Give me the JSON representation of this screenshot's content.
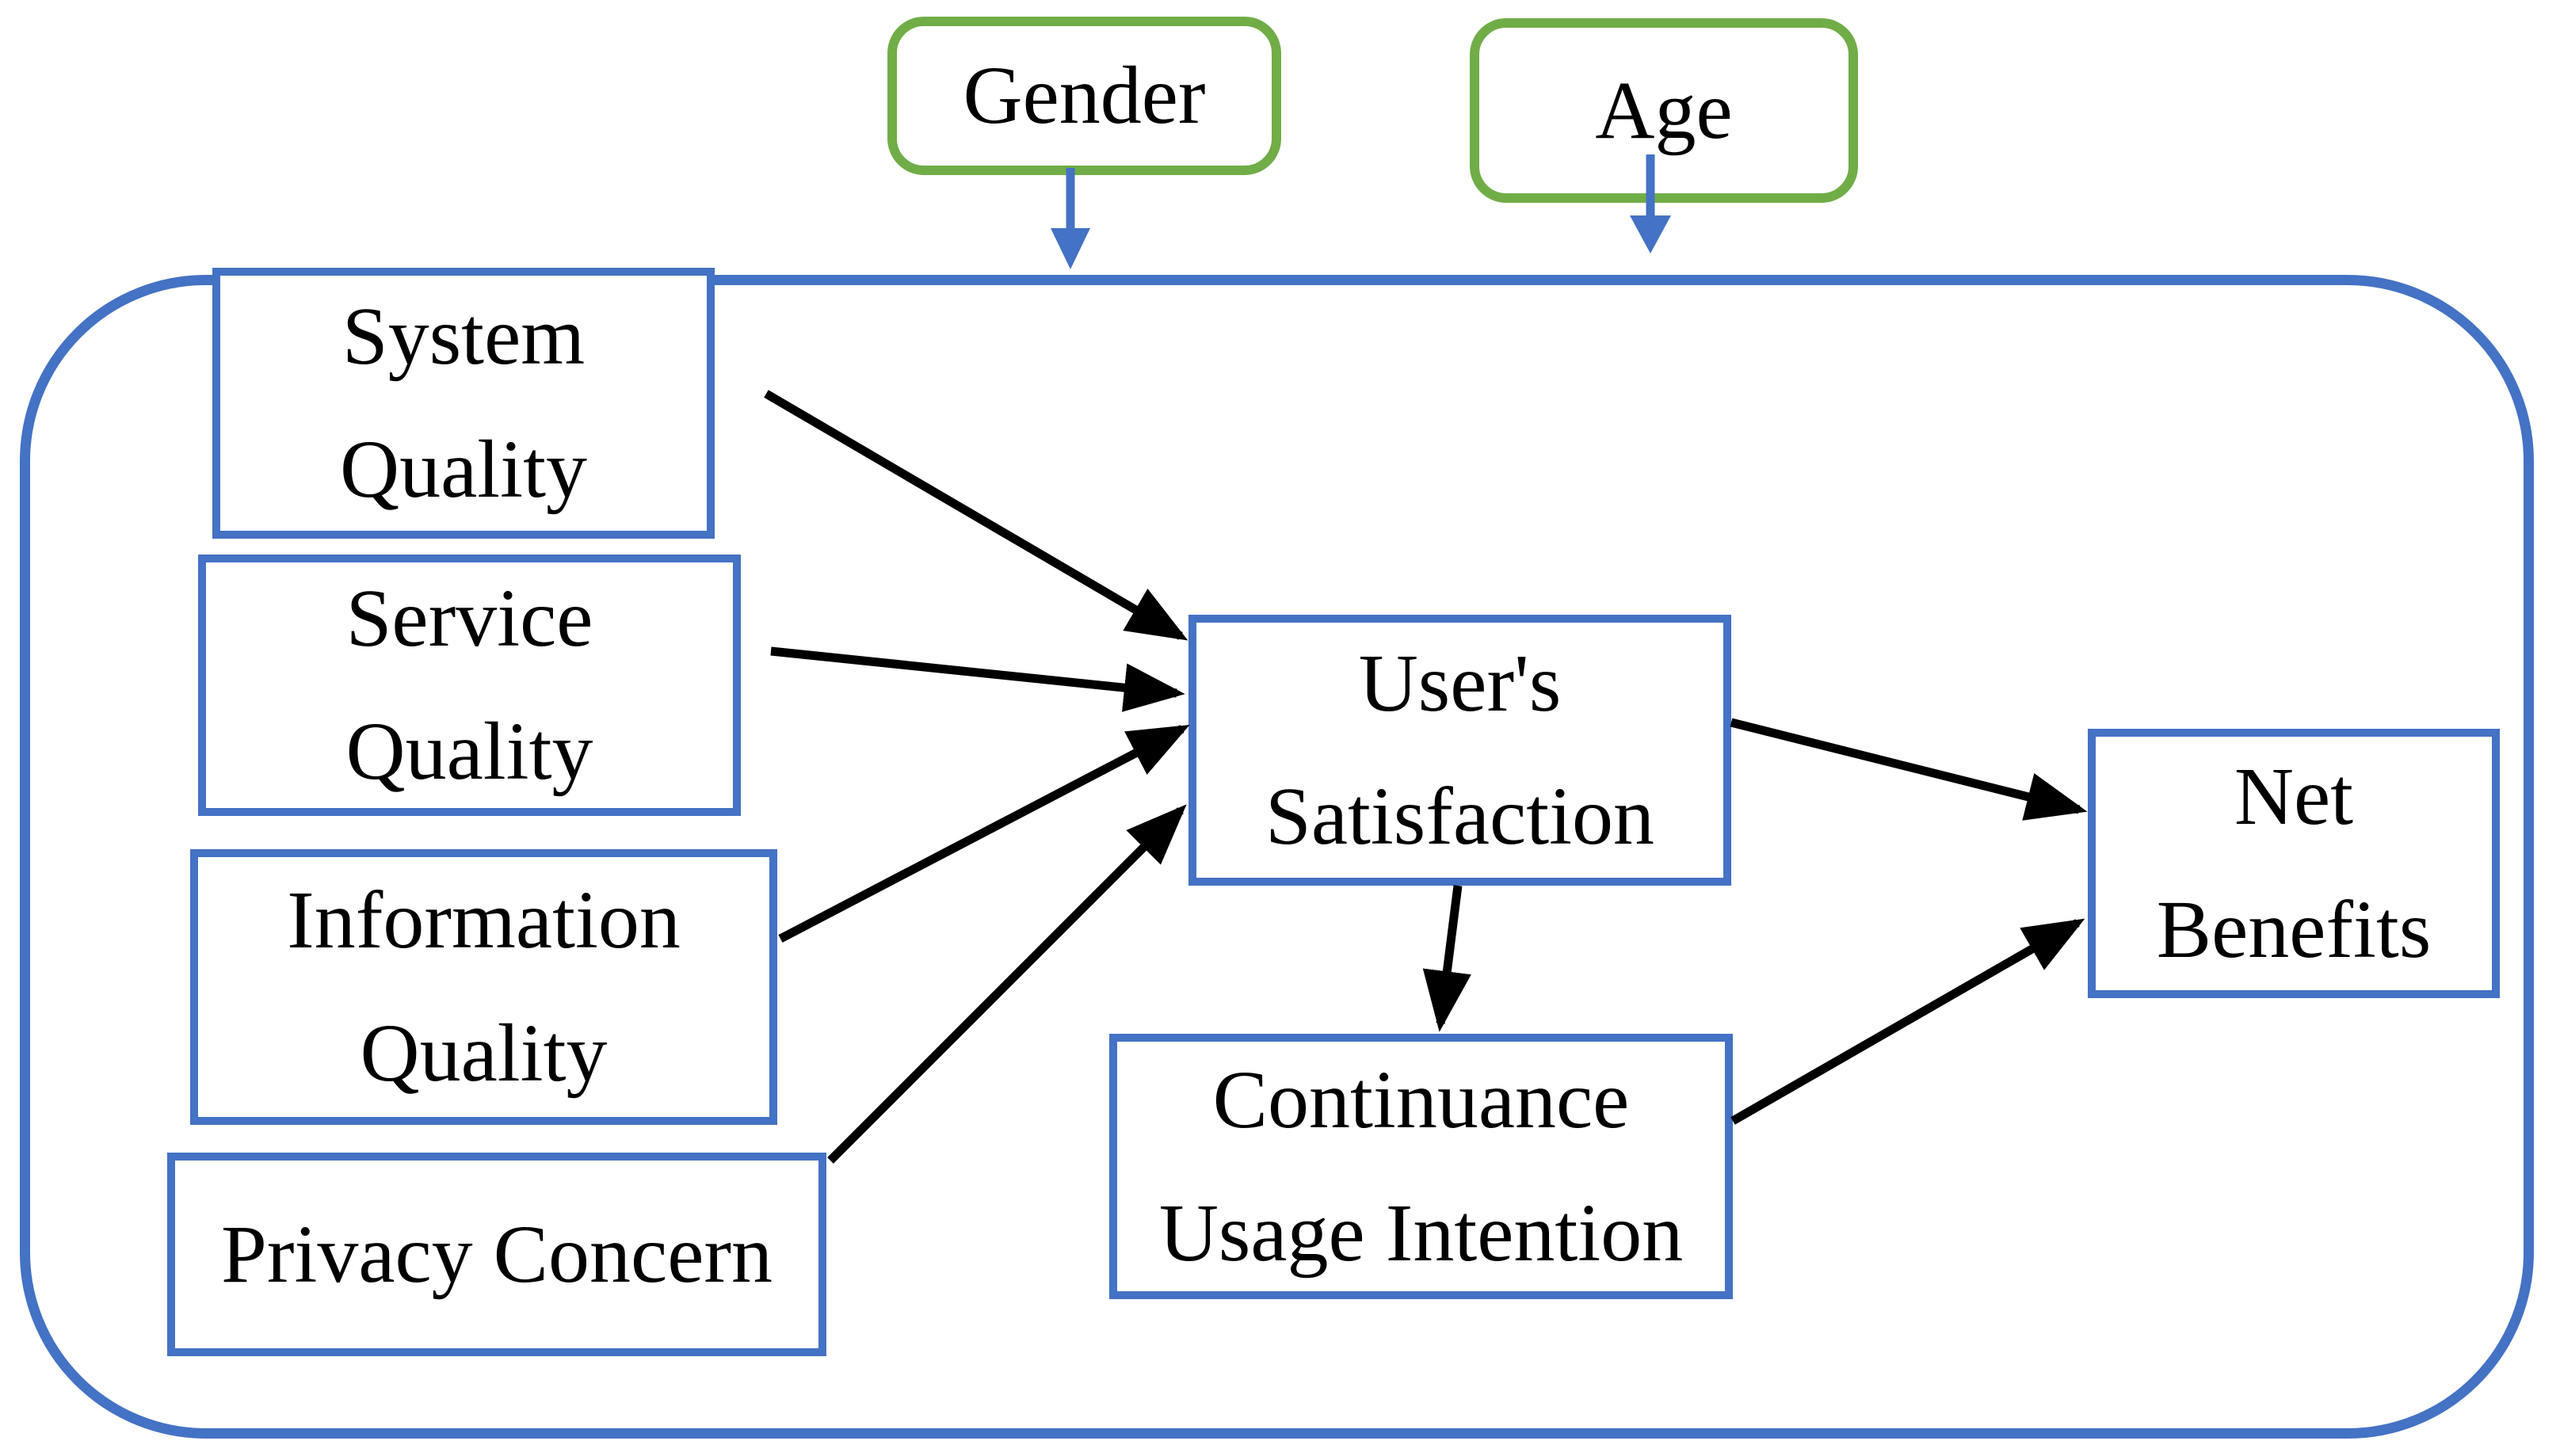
{
  "figure": {
    "background": "#ffffff",
    "colors": {
      "box_border_blue": "#4472C4",
      "moderator_border_green": "#70AD47",
      "connector_black": "#000000",
      "text_black": "#000000"
    },
    "moderators": {
      "gender": {
        "label": "Gender"
      },
      "age": {
        "label": "Age"
      }
    },
    "nodes": {
      "system_quality": {
        "line1": "System",
        "line2": "Quality"
      },
      "service_quality": {
        "line1": "Service",
        "line2": "Quality"
      },
      "information_quality": {
        "line1": "Information",
        "line2": "Quality"
      },
      "privacy_concern": {
        "line1": "Privacy Concern"
      },
      "users_satisfaction": {
        "line1": "User's",
        "line2": "Satisfaction"
      },
      "continuance_usage_intention": {
        "line1": "Continuance",
        "line2": "Usage Intention"
      },
      "net_benefits": {
        "line1": "Net",
        "line2": "Benefits"
      }
    },
    "edges": [
      {
        "from": "gender",
        "to": "model_boundary",
        "type": "moderation-arrow"
      },
      {
        "from": "age",
        "to": "model_boundary",
        "type": "moderation-arrow"
      },
      {
        "from": "system_quality",
        "to": "users_satisfaction",
        "type": "arrow"
      },
      {
        "from": "service_quality",
        "to": "users_satisfaction",
        "type": "arrow"
      },
      {
        "from": "information_quality",
        "to": "users_satisfaction",
        "type": "arrow"
      },
      {
        "from": "privacy_concern",
        "to": "users_satisfaction",
        "type": "arrow"
      },
      {
        "from": "users_satisfaction",
        "to": "net_benefits",
        "type": "arrow"
      },
      {
        "from": "users_satisfaction",
        "to": "continuance_usage_intention",
        "type": "arrow"
      },
      {
        "from": "continuance_usage_intention",
        "to": "net_benefits",
        "type": "arrow"
      }
    ]
  }
}
